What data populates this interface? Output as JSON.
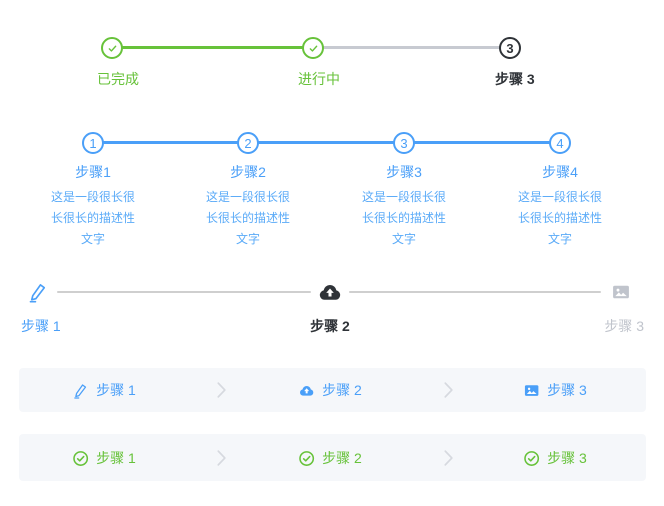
{
  "colors": {
    "success_green": "#67c23a",
    "primary_blue": "#4a9ff8",
    "process_dark": "#2f3338",
    "wait_gray": "#c0c4cc",
    "line_gray": "#c7cad1",
    "simple_line_gray": "#cfcfcf",
    "bar_background": "#f5f7fa",
    "chevron_gray": "#d6d9df"
  },
  "stepper_basic": {
    "steps": [
      {
        "title": "已完成",
        "status": "success",
        "icon": "check-icon"
      },
      {
        "title": "进行中",
        "status": "success",
        "icon": "check-icon"
      },
      {
        "title": "步骤 3",
        "status": "process",
        "number": "3"
      }
    ]
  },
  "stepper_numbered": {
    "steps": [
      {
        "number": "1",
        "title": "步骤1",
        "description": "这是一段很长很长很长的描述性文字"
      },
      {
        "number": "2",
        "title": "步骤2",
        "description": "这是一段很长很长很长的描述性文字"
      },
      {
        "number": "3",
        "title": "步骤3",
        "description": "这是一段很长很长很长的描述性文字"
      },
      {
        "number": "4",
        "title": "步骤4",
        "description": "这是一段很长很长很长的描述性文字"
      }
    ]
  },
  "stepper_icon": {
    "steps": [
      {
        "title": "步骤 1",
        "icon": "pencil-icon",
        "status": "finish"
      },
      {
        "title": "步骤 2",
        "icon": "cloud-upload-icon",
        "status": "process"
      },
      {
        "title": "步骤 3",
        "icon": "picture-icon",
        "status": "wait"
      }
    ]
  },
  "stepper_simple": {
    "steps": [
      {
        "title": "步骤 1",
        "icon": "pencil-icon"
      },
      {
        "title": "步骤 2",
        "icon": "cloud-upload-icon"
      },
      {
        "title": "步骤 3",
        "icon": "picture-icon"
      }
    ],
    "separator": "chevron-right-icon"
  },
  "stepper_success": {
    "steps": [
      {
        "title": "步骤 1",
        "icon": "circle-check-icon"
      },
      {
        "title": "步骤 2",
        "icon": "circle-check-icon"
      },
      {
        "title": "步骤 3",
        "icon": "circle-check-icon"
      }
    ],
    "separator": "chevron-right-icon"
  }
}
